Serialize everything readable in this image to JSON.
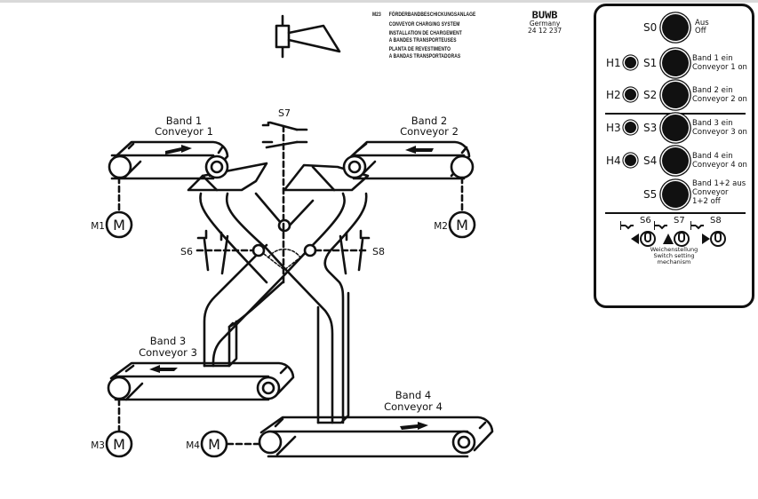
{
  "title_block": {
    "code": "M23",
    "lines": [
      "FÖRDERBANDBESCHICKUNGSANLAGE",
      "CONVEYOR CHARGING SYSTEM",
      "INSTALLATION DE CHARGEMENT",
      "A BANDES TRANSPORTEUSES",
      "PLANTA DE REVESTIMENTO",
      "A BANDAS TRANSPORTADORAS"
    ]
  },
  "brand": {
    "logo": "BUWB",
    "country": "Germany",
    "part_number": "24 12 237"
  },
  "diagram": {
    "conveyors": [
      {
        "id": "band1",
        "label_de": "Band 1",
        "label_en": "Conveyor 1",
        "direction": "right",
        "motor": "M1"
      },
      {
        "id": "band2",
        "label_de": "Band 2",
        "label_en": "Conveyor 2",
        "direction": "left",
        "motor": "M2"
      },
      {
        "id": "band3",
        "label_de": "Band 3",
        "label_en": "Conveyor 3",
        "direction": "left",
        "motor": "M3"
      },
      {
        "id": "band4",
        "label_de": "Band 4",
        "label_en": "Conveyor 4",
        "direction": "right",
        "motor": "M4"
      }
    ],
    "motor_symbol": "M",
    "switches": {
      "s6": "S6",
      "s7": "S7",
      "s8": "S8"
    }
  },
  "panel": {
    "rows": [
      {
        "lamp": null,
        "switch": "S0",
        "desc1": "Aus",
        "desc2": "Off",
        "desc3": null
      },
      {
        "lamp": "H1",
        "switch": "S1",
        "desc1": "Band 1 ein",
        "desc2": "Conveyor 1 on",
        "desc3": null
      },
      {
        "lamp": "H2",
        "switch": "S2",
        "desc1": "Band 2 ein",
        "desc2": "Conveyor 2 on",
        "desc3": null
      },
      {
        "lamp": "H3",
        "switch": "S3",
        "desc1": "Band 3 ein",
        "desc2": "Conveyor 3 on",
        "desc3": null
      },
      {
        "lamp": "H4",
        "switch": "S4",
        "desc1": "Band 4 ein",
        "desc2": "Conveyor 4 on",
        "desc3": null
      },
      {
        "lamp": null,
        "switch": "S5",
        "desc1": "Band 1+2 aus",
        "desc2": "Conveyor",
        "desc3": "1+2 off"
      }
    ],
    "toggles": [
      {
        "label": "S6",
        "direction": "left"
      },
      {
        "label": "S7",
        "direction": "up"
      },
      {
        "label": "S8",
        "direction": "right"
      }
    ],
    "caption": [
      "Weichenstellung",
      "Switch setting",
      "mechanism"
    ]
  }
}
